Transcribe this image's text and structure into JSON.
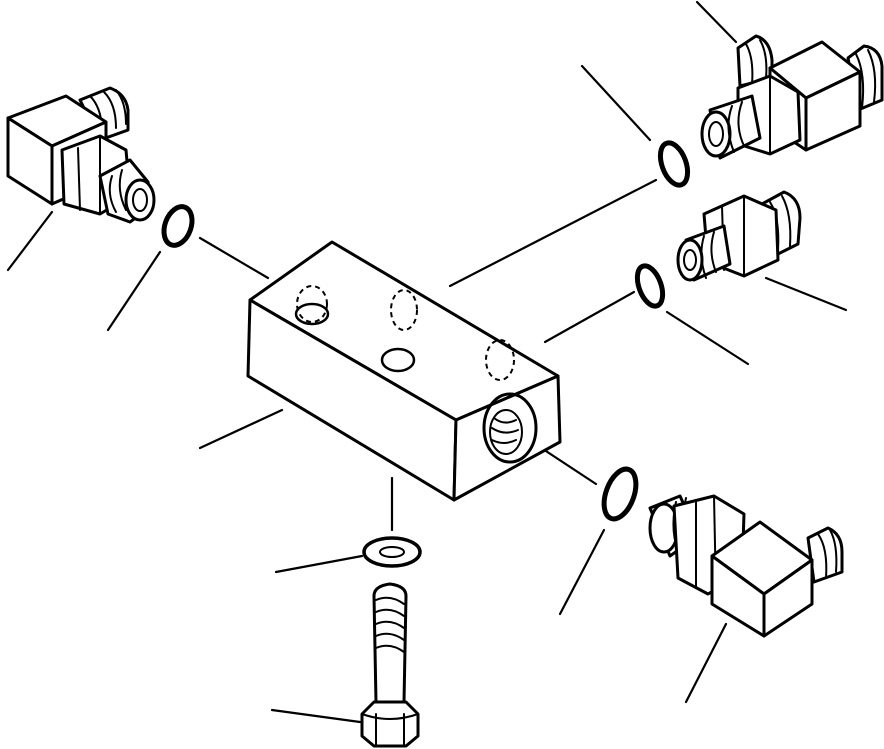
{
  "diagram": {
    "type": "exploded-parts-view",
    "callout_labels": [],
    "parts": [
      {
        "id": "manifold-block"
      },
      {
        "id": "elbow-fitting-left"
      },
      {
        "id": "elbow-fitting-top-right"
      },
      {
        "id": "elbow-fitting-bottom-right"
      },
      {
        "id": "straight-connector-right"
      },
      {
        "id": "o-ring-left"
      },
      {
        "id": "o-ring-top-right"
      },
      {
        "id": "o-ring-middle-right"
      },
      {
        "id": "o-ring-bottom-right"
      },
      {
        "id": "washer"
      },
      {
        "id": "mounting-bolt"
      }
    ],
    "stroke_color": "#000000",
    "background_color": "#ffffff"
  }
}
